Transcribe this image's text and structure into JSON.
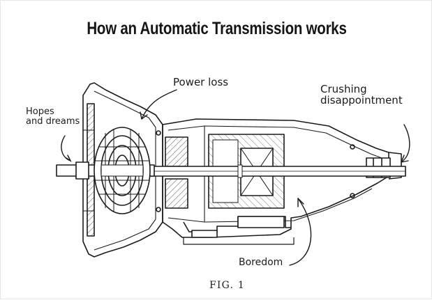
{
  "title": "How an Automatic Transmission works",
  "annotations": {
    "hopes": "Hopes\nand dreams",
    "power_loss": "Power loss",
    "crushing": "Crushing\ndisappointment",
    "boredom": "Boredom"
  },
  "figure_label": "FIG. 1",
  "colors": {
    "ink": "#1a1a1a",
    "paper": "#ffffff"
  }
}
